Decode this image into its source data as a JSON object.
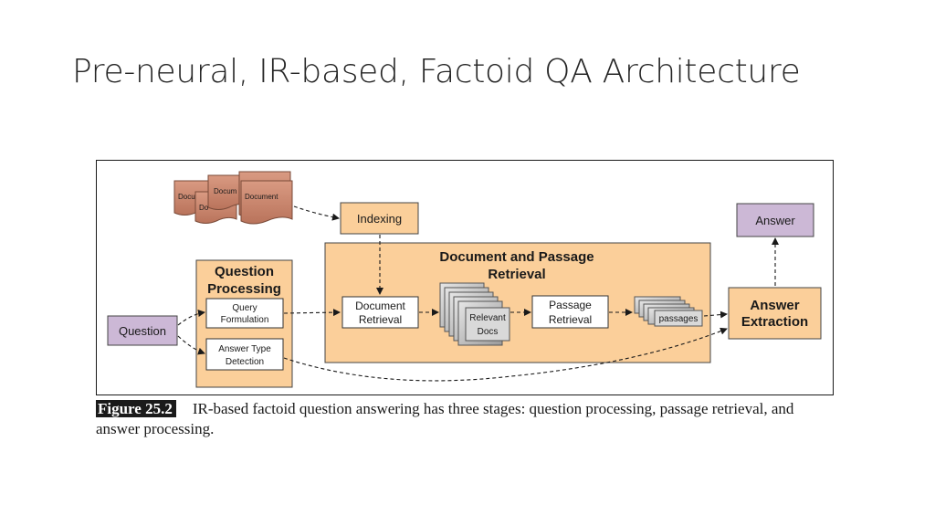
{
  "slide": {
    "title": "Pre-neural, IR-based, Factoid QA Architecture"
  },
  "diagram": {
    "documents": [
      "Docu",
      "Docum",
      "Document",
      "Do"
    ],
    "indexing": "Indexing",
    "answer": "Answer",
    "answer_extraction": [
      "Answer",
      "Extraction"
    ],
    "question": "Question",
    "question_processing": {
      "title": [
        "Question",
        "Processing"
      ],
      "query_formulation": [
        "Query",
        "Formulation"
      ],
      "answer_type_detection": [
        "Answer Type",
        "Detection"
      ]
    },
    "doc_passage_retrieval": {
      "title": [
        "Document and Passage",
        "Retrieval"
      ],
      "document_retrieval": [
        "Document",
        "Retrieval"
      ],
      "relevant_docs": [
        "Relevant",
        "Docs"
      ],
      "passage_retrieval": [
        "Passage",
        "Retrieval"
      ],
      "passages": "passages"
    },
    "colors": {
      "orange_fill": "#fbcf9a",
      "orange_stroke": "#c07a3a",
      "doc_fill": "#cc8a73",
      "purple_fill": "#ccb8d6",
      "gray_stack": "#9a9a9a"
    }
  },
  "caption": {
    "label": "Figure 25.2",
    "text": "IR-based factoid question answering has three stages: question processing, passage retrieval, and answer processing."
  }
}
